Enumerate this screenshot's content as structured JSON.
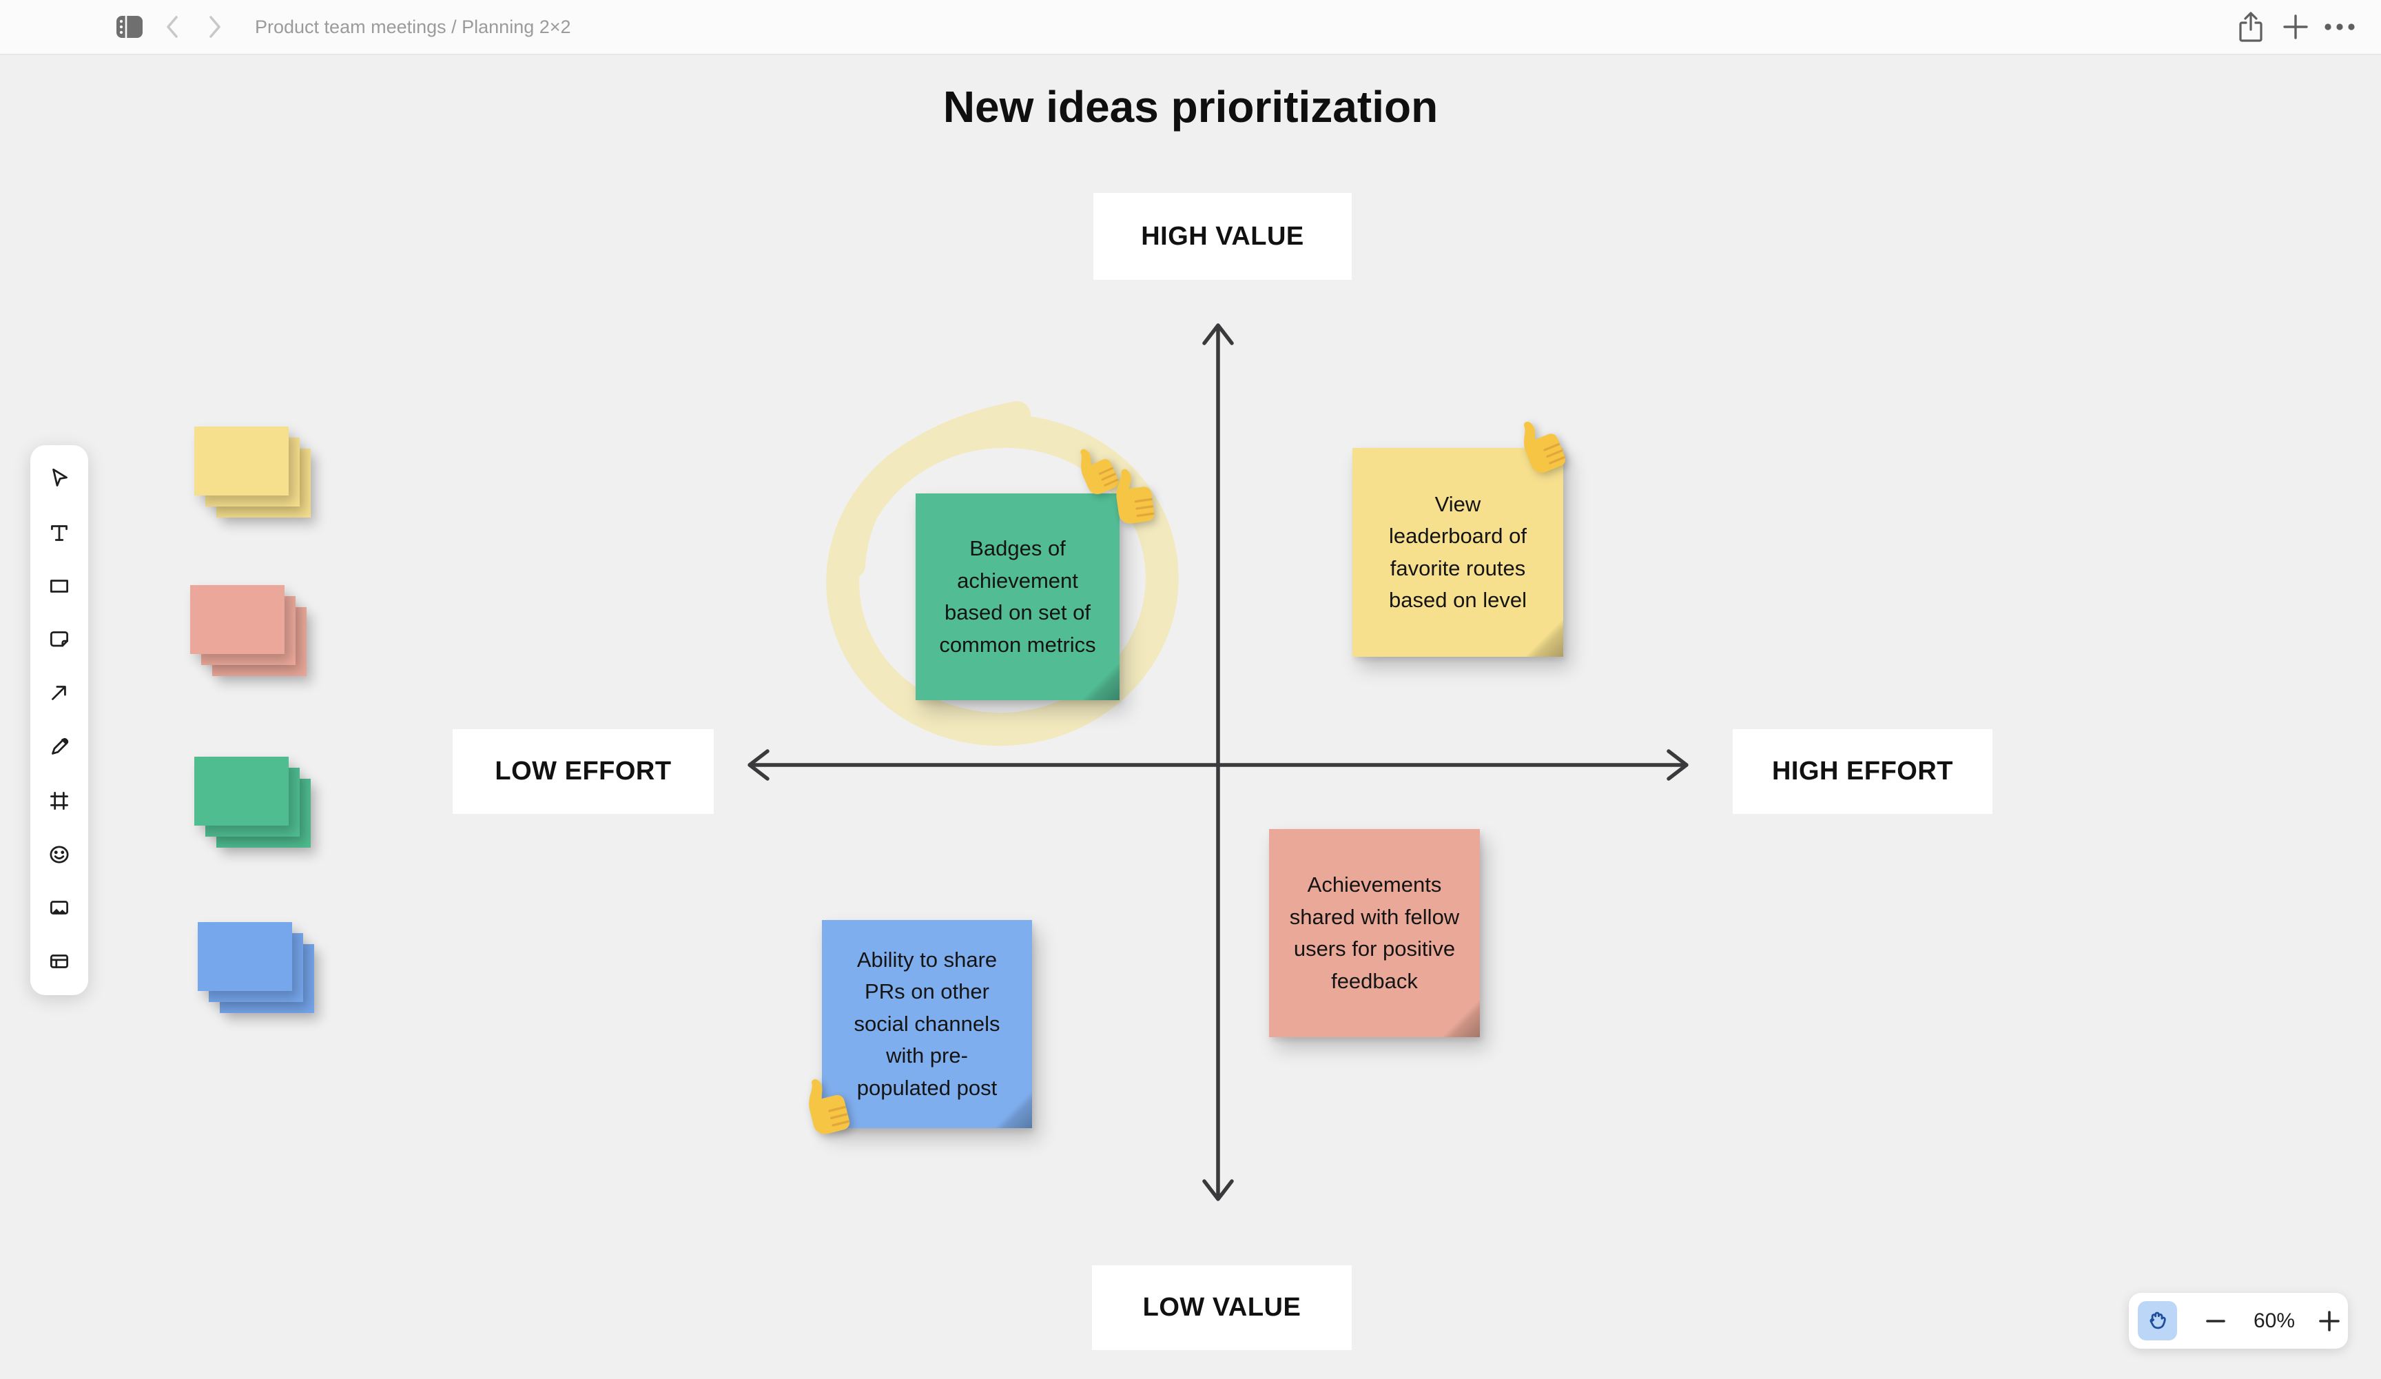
{
  "topbar": {
    "breadcrumb": "Product team meetings / Planning 2×2",
    "icons": [
      "sidebar-toggle",
      "back",
      "forward",
      "share",
      "new-board",
      "more"
    ]
  },
  "board": {
    "title": "New ideas prioritization",
    "axis_labels": {
      "top": "HIGH VALUE",
      "bottom": "LOW VALUE",
      "left": "LOW EFFORT",
      "right": "HIGH EFFORT"
    },
    "notes": [
      {
        "id": "note-green",
        "quadrant": "high-value-low-effort",
        "text": "Badges of\nachievement\nbased on set of\ncommon metrics",
        "color": "#52BD95",
        "thumbs_up_reactions": 2,
        "highlighted_with_ring": true
      },
      {
        "id": "note-yellow",
        "quadrant": "high-value-high-effort",
        "text": "View\nleaderboard of\nfavorite routes\nbased on level",
        "color": "#F6E08E",
        "thumbs_up_reactions": 1,
        "highlighted_with_ring": false
      },
      {
        "id": "note-pink",
        "quadrant": "low-value-high-effort",
        "text": "Achievements\nshared with fellow\nusers for positive\nfeedback",
        "color": "#EAA998",
        "thumbs_up_reactions": 0,
        "highlighted_with_ring": false
      },
      {
        "id": "note-blue",
        "quadrant": "low-value-low-effort",
        "text": "Ability to share\nPRs on other\nsocial channels\nwith pre-\npopulated post",
        "color": "#7FAEEE",
        "thumbs_up_reactions": 1,
        "highlighted_with_ring": false
      }
    ],
    "sticky_stacks": [
      {
        "name": "yellow-stack",
        "color": "#F6DF8D",
        "count": 3
      },
      {
        "name": "pink-stack",
        "color": "#EBA89A",
        "count": 3
      },
      {
        "name": "green-stack",
        "color": "#4FBD90",
        "count": 3
      },
      {
        "name": "blue-stack",
        "color": "#76A6EC",
        "count": 3
      }
    ]
  },
  "toolbar": {
    "tools": [
      "select",
      "text",
      "shape",
      "sticky-note",
      "arrow",
      "pen",
      "frame",
      "emoji",
      "image",
      "table"
    ]
  },
  "zoom_controls": {
    "pan_tool_active": true,
    "zoom_level": "60%"
  },
  "colors": {
    "canvas_bg": "#F0F0F0",
    "topbar_bg": "#FBFBFB",
    "axis": "#3A3A3C",
    "highlight_ring": "#F3E9BC",
    "thumb_emoji": "#F7C544",
    "pan_button_bg": "#BCD6F7",
    "pan_icon": "#1D4F9C"
  }
}
